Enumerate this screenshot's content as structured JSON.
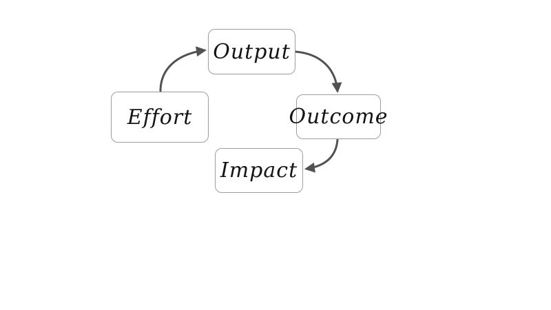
{
  "diagram": {
    "nodes": [
      {
        "id": "effort",
        "label": "Effort"
      },
      {
        "id": "output",
        "label": "Output"
      },
      {
        "id": "outcome",
        "label": "Outcome"
      },
      {
        "id": "impact",
        "label": "Impact"
      }
    ],
    "edges": [
      {
        "from": "Effort",
        "to": "Output"
      },
      {
        "from": "Output",
        "to": "Outcome"
      },
      {
        "from": "Outcome",
        "to": "Impact"
      }
    ],
    "colors": {
      "background": "#ffffff",
      "node_fill": "#ffffff",
      "node_border": "#9c9c9c",
      "arrow": "#525252",
      "text": "#141414"
    }
  }
}
